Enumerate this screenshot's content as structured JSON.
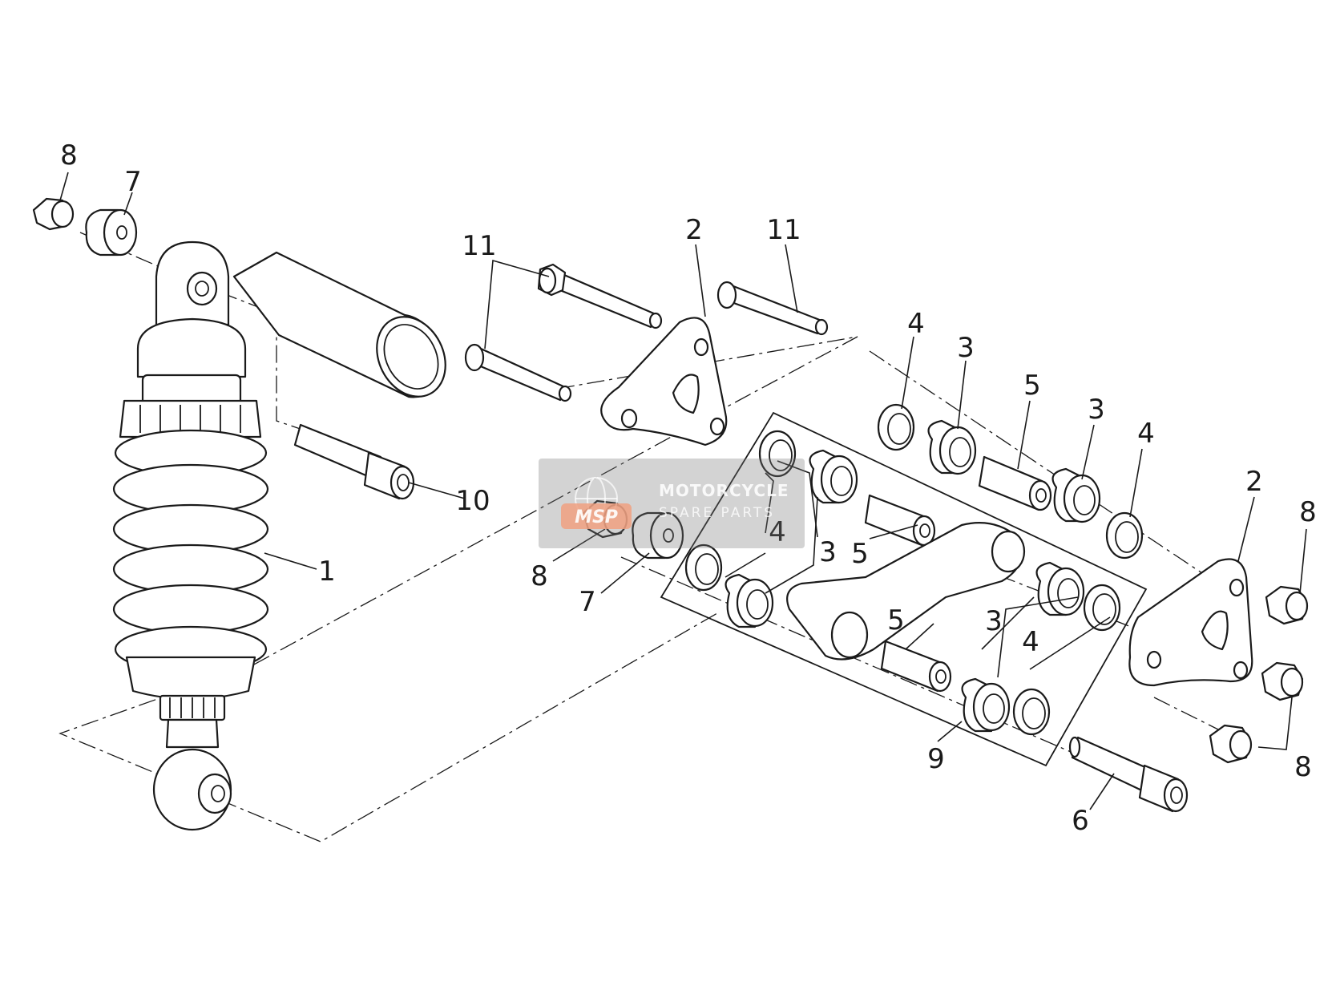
{
  "diagram": {
    "labels": [
      "8",
      "7",
      "11",
      "2",
      "11",
      "4",
      "3",
      "5",
      "3",
      "4",
      "2",
      "8",
      "10",
      "1",
      "4",
      "3",
      "5",
      "8",
      "7",
      "5",
      "3",
      "4",
      "9",
      "8",
      "6"
    ]
  },
  "watermark": {
    "logo_text": "MSP",
    "brand": "MOTORCYCLE",
    "sub": "SPARE PARTS",
    "accent_color": "#f0a080"
  }
}
